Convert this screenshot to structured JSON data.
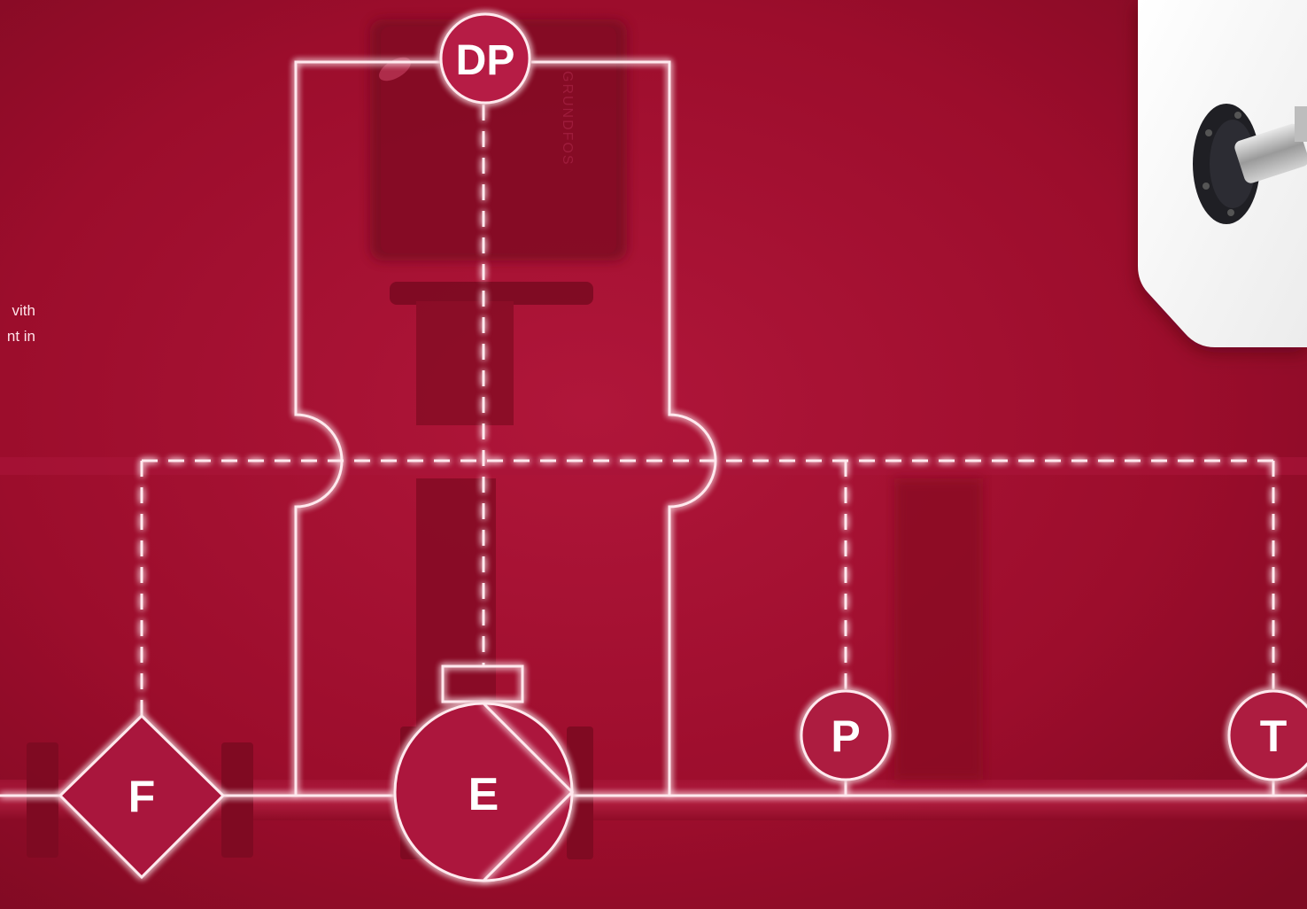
{
  "caption": {
    "line1": "vith",
    "line2": "nt in"
  },
  "pump": {
    "brand_text": "GRUNDFOS"
  },
  "symbols": {
    "dp": "DP",
    "e": "E",
    "f": "F",
    "p": "P",
    "t": "T"
  },
  "colors": {
    "background": "#9b0d2b",
    "line": "#ffe9ee",
    "panel": "#f2f2f2"
  }
}
